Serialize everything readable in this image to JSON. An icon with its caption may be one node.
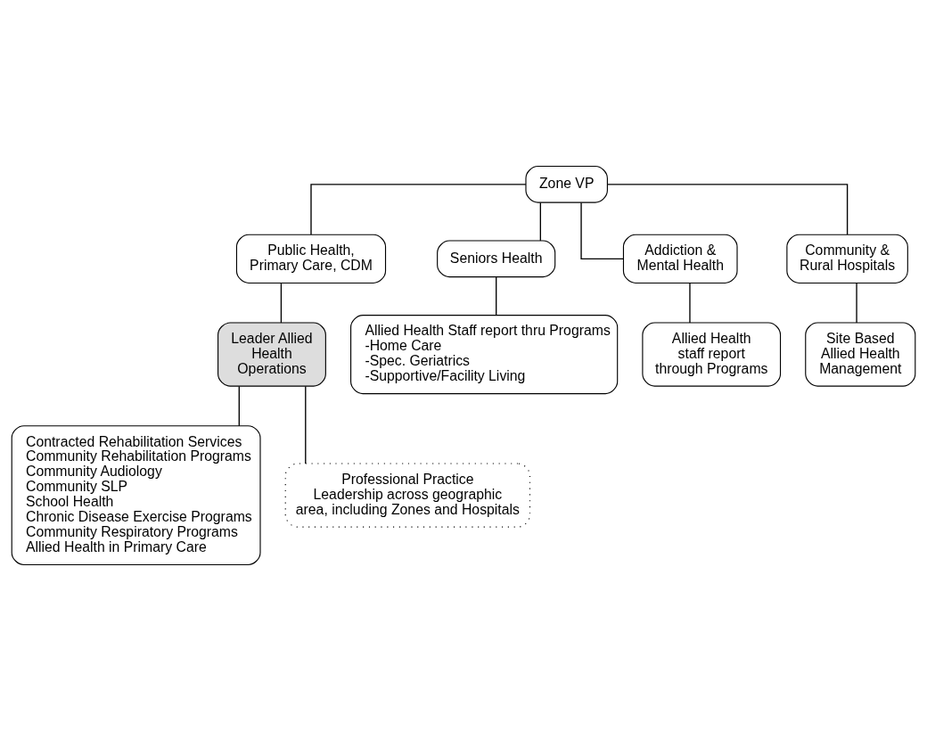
{
  "diagram": {
    "nodes": [
      {
        "text": [
          "Zone VP"
        ]
      },
      {
        "text": [
          "Public Health, Primary Care, CDM"
        ]
      },
      {
        "text": [
          "Seniors Health"
        ]
      },
      {
        "text": [
          "Addiction & Mental Health"
        ]
      },
      {
        "text": [
          "Community & Rural Hospitals"
        ]
      },
      {
        "text": [
          "Leader Allied Health Operations"
        ]
      },
      {
        "text": [
          "Allied Health Staff report thru Programs",
          "-Home Care",
          "-Spec. Geriatrics",
          "-Supportive/Facility Living"
        ]
      },
      {
        "text": [
          "Allied Health staff report through Programs"
        ]
      },
      {
        "text": [
          "Site Based Allied Health Management"
        ]
      },
      {
        "text": [
          "Contracted Rehabilitation Services",
          "Community Rehabilitation Programs",
          "Community Audiology",
          "Community SLP",
          "School Health",
          "Chronic Disease Exercise Programs",
          "Community Respiratory Programs",
          "Allied Health in Primary Care"
        ]
      },
      {
        "text": [
          "Professional Practice Leadership across geographic area, including Zones and Hospitals"
        ]
      }
    ],
    "edges": [
      {
        "from": 0,
        "to": 1,
        "arrow": "none"
      },
      {
        "from": 0,
        "to": 2,
        "arrow": "none"
      },
      {
        "from": 0,
        "to": 3,
        "arrow": "none"
      },
      {
        "from": 0,
        "to": 4,
        "arrow": "none"
      },
      {
        "from": 1,
        "to": 5,
        "arrow": "none"
      },
      {
        "from": 2,
        "to": 6,
        "arrow": "none"
      },
      {
        "from": 3,
        "to": 7,
        "arrow": "none"
      },
      {
        "from": 4,
        "to": 8,
        "arrow": "none"
      },
      {
        "from": 5,
        "to": 9,
        "arrow": "none"
      },
      {
        "from": 5,
        "to": 10,
        "arrow": "none"
      }
    ]
  }
}
